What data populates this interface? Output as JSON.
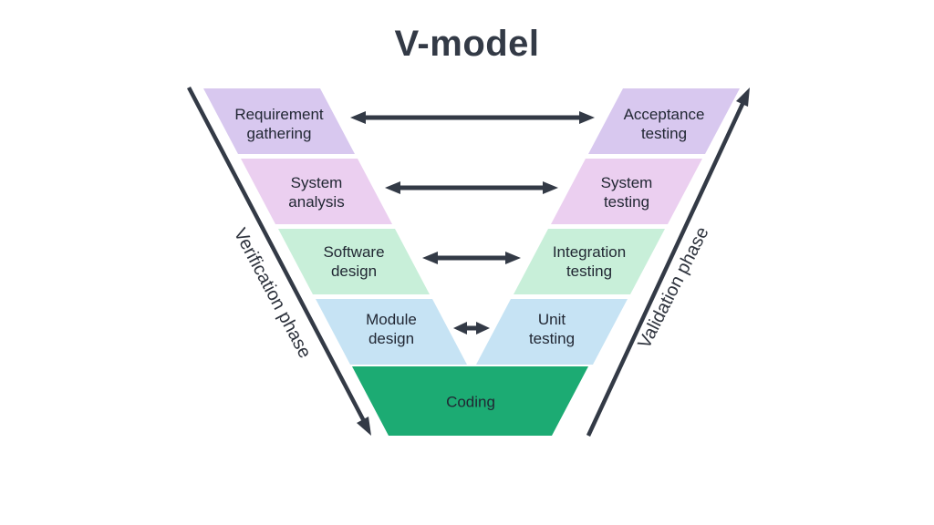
{
  "title": "V-model",
  "colors": {
    "dark": "#333a46",
    "row1": "#d8c8ef",
    "row2": "#ebcff0",
    "row3": "#c8efd9",
    "row4": "#c6e3f4",
    "coding": "#1cab73",
    "label_text": "#212733"
  },
  "phases": {
    "verification_label": "Verification phase",
    "validation_label": "Validation phase"
  },
  "verification_steps": [
    {
      "label": "Requirement\ngathering"
    },
    {
      "label": "System\nanalysis"
    },
    {
      "label": "Software\ndesign"
    },
    {
      "label": "Module\ndesign"
    }
  ],
  "validation_steps": [
    {
      "label": "Acceptance\ntesting"
    },
    {
      "label": "System\ntesting"
    },
    {
      "label": "Integration\ntesting"
    },
    {
      "label": "Unit\ntesting"
    }
  ],
  "base_step": {
    "label": "Coding"
  }
}
